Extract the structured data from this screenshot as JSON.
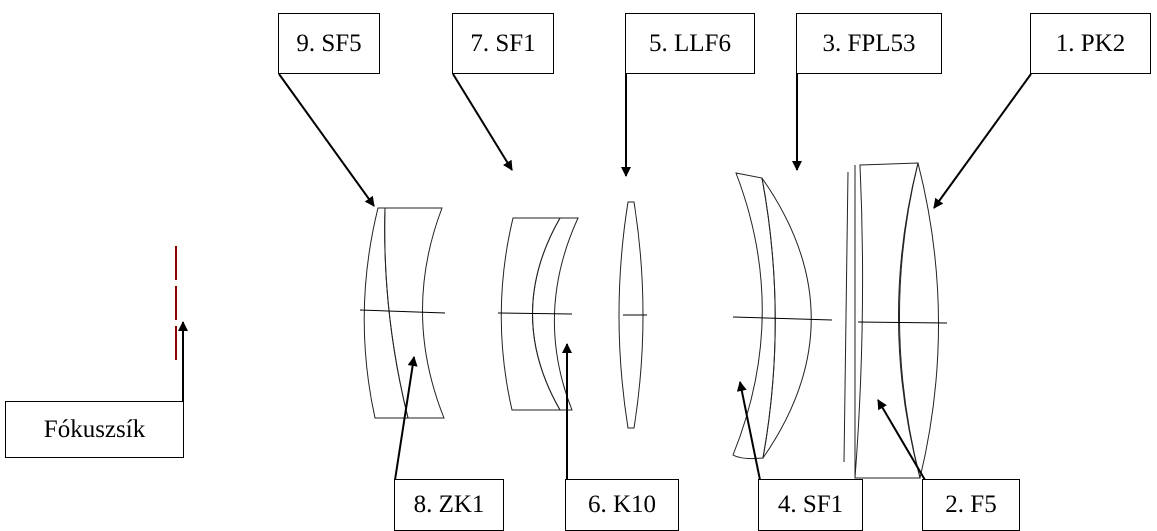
{
  "labels": {
    "l9": "9. SF5",
    "l7": "7. SF1",
    "l5": "5. LLF6",
    "l3": "3. FPL53",
    "l1": "1. PK2",
    "l8": "8. ZK1",
    "l6": "6. K10",
    "l4": "4. SF1",
    "l2": "2. F5",
    "focal": "Fókuszsík"
  }
}
